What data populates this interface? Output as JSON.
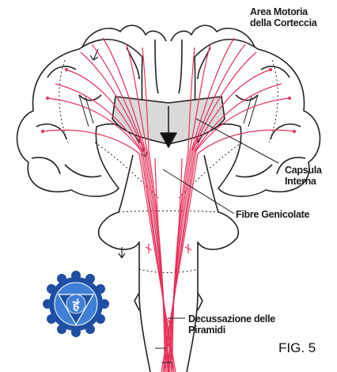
{
  "labels": {
    "area_motoria_line1": "Area Motoria",
    "area_motoria_line2": "della Corteccia",
    "capsula_line1": "Capsula",
    "capsula_line2": "Interna",
    "fibre_genicolate": "Fibre Genicolate",
    "decussazione_line1": "Decussazione delle",
    "decussazione_line2": "Piramidi"
  },
  "figure_number": "FIG. 5",
  "chakra_symbol": "हं",
  "colors": {
    "tract": "#e8305a",
    "outline": "#222222",
    "chakra_outer": "#1f4fa3",
    "chakra_inner": "#3f7fd6",
    "chakra_glyph": "#ffffff"
  },
  "icons": {
    "chakra": "vishuddha-chakra-icon"
  }
}
